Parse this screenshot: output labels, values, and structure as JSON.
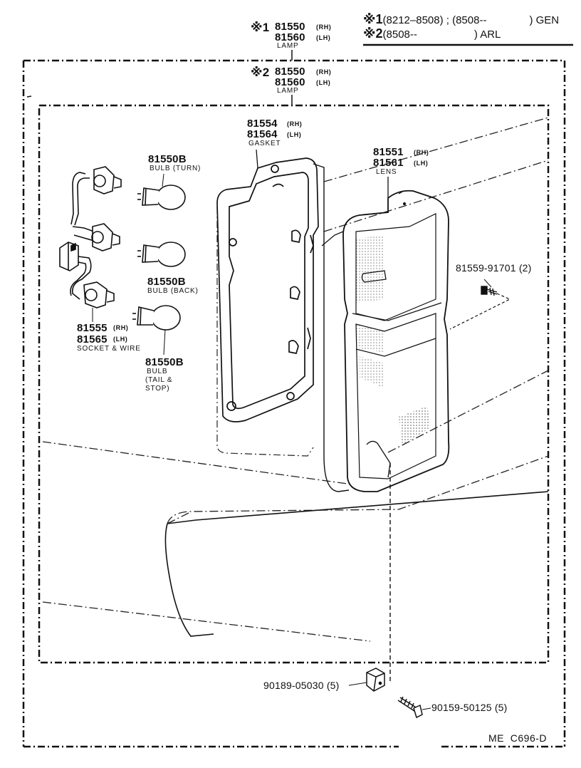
{
  "legend": {
    "line1_mark": "※1",
    "line1_text": "(8212–8508) ; (8508--",
    "line1_suffix": ") GEN",
    "line2_mark": "※2",
    "line2_text": "(8508--",
    "line2_suffix": ") ARL"
  },
  "lamp_gen": {
    "mark": "※1",
    "rh": "81550",
    "rh_tag": "(RH)",
    "lh": "81560",
    "lh_tag": "(LH)",
    "name": "LAMP"
  },
  "lamp_arl": {
    "mark": "※2",
    "rh": "81550",
    "rh_tag": "(RH)",
    "lh": "81560",
    "lh_tag": "(LH)",
    "name": "LAMP"
  },
  "gasket": {
    "rh": "81554",
    "rh_tag": "(RH)",
    "lh": "81564",
    "lh_tag": "(LH)",
    "name": "GASKET"
  },
  "lens": {
    "rh": "81551",
    "rh_tag": "(RH)",
    "lh": "81561",
    "lh_tag": "(LH)",
    "name": "LENS"
  },
  "bulb_turn": {
    "pn": "81550B",
    "name": "BULB (TURN)"
  },
  "bulb_back": {
    "pn": "81550B",
    "name": "BULB (BACK)"
  },
  "bulb_tail": {
    "pn": "81550B",
    "name1": "BULB",
    "name2": "(TAIL &",
    "name3": "STOP)"
  },
  "socket": {
    "rh": "81555",
    "rh_tag": "(RH)",
    "lh": "81565",
    "lh_tag": "(LH)",
    "name": "SOCKET & WIRE"
  },
  "screw_lens": {
    "pn": "81559-91701 (2)"
  },
  "nut": {
    "pn": "90189-05030 (5)"
  },
  "screw_bottom": {
    "pn": "90159-50125 (5)"
  },
  "figure_code": "ME  C696-D"
}
